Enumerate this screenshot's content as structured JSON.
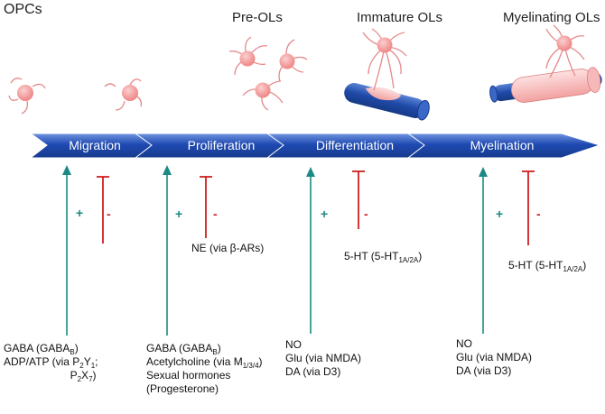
{
  "stages": [
    {
      "label": "OPCs"
    },
    {
      "label": "Pre-OLs"
    },
    {
      "label": "Immature OLs"
    },
    {
      "label": "Myelinating OLs"
    }
  ],
  "process": [
    {
      "label": "Migration"
    },
    {
      "label": "Proliferation"
    },
    {
      "label": "Differentiation"
    },
    {
      "label": "Myelination"
    }
  ],
  "signs": {
    "plus": "+",
    "minus": "-"
  },
  "colors": {
    "arrow_fill": "#1f4ab2",
    "arrow_light": "#5c86d8",
    "promote": "#1b8a84",
    "inhibit": "#d02020",
    "cell": "#f6a3a3",
    "cell_body": "#f08080",
    "axon": "#1f4aa8"
  },
  "inhibitors": [
    {
      "text": ""
    },
    {
      "text": "NE (via β-ARs)"
    },
    {
      "text": "5-HT (5-HT",
      "sub": "1A/2A",
      "tail": ")"
    },
    {
      "text": "5-HT (5-HT",
      "sub": "1A/2A",
      "tail": ")"
    }
  ],
  "promoters": [
    {
      "line1_a": "GABA (GABA",
      "line1_sub": "B",
      "line1_b": ")",
      "line2_a": "ADP/ATP (via P",
      "line2_sub": "2",
      "line2_b": "Y",
      "line2_sub2": "1",
      "line2_c": ";",
      "line3_a": "P",
      "line3_sub": "2",
      "line3_b": "X",
      "line3_sub2": "7",
      "line3_c": ")"
    },
    {
      "line1_a": "GABA (GABA",
      "line1_sub": "B",
      "line1_b": ")",
      "line2_a": "Acetylcholine (via M",
      "line2_sub": "1/3/4",
      "line2_b": ")",
      "line3": "Sexual hormones",
      "line4": "(Progesterone)"
    },
    {
      "line1": "NO",
      "line2": "Glu (via NMDA)",
      "line3": "DA (via D3)"
    },
    {
      "line1": "NO",
      "line2": "Glu (via NMDA)",
      "line3": "DA (via D3)"
    }
  ]
}
